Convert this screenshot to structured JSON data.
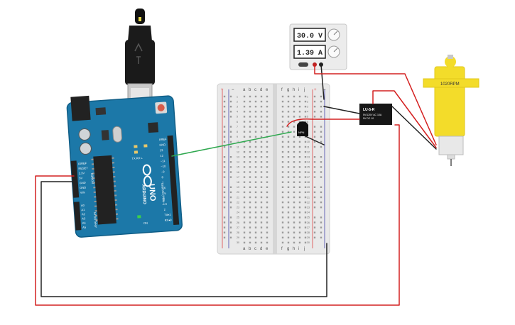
{
  "arduino": {
    "brand": "ARDUINO",
    "model": "UNO",
    "header_top_label": "DIGITAL (PWM~)",
    "power_label": "POWER",
    "analog_label": "ANALOG IN",
    "on_label": "ON",
    "led_labels": [
      "TX",
      "RX",
      "L"
    ],
    "left_pins": [
      "IOREF",
      "RESET",
      "3.3V",
      "5V",
      "GND",
      "GND",
      "VIN"
    ],
    "analog_pins": [
      "A0",
      "A1",
      "A2",
      "A3",
      "A4",
      "A5"
    ],
    "right_pins": [
      "AREF",
      "GND",
      "13",
      "12",
      "~11",
      "~10",
      "~9",
      "8",
      "7",
      "~6",
      "~5",
      "4",
      "~3",
      "2",
      "TX▸1",
      "RX◂0"
    ]
  },
  "power_supply": {
    "voltage": "30.0 V",
    "current": "1.39 A"
  },
  "breadboard": {
    "left_cols": [
      "a",
      "b",
      "c",
      "d",
      "e"
    ],
    "right_cols": [
      "f",
      "g",
      "h",
      "i",
      "j"
    ],
    "rail_plus": "+",
    "rail_minus": "−",
    "row_count": 30
  },
  "relay": {
    "title": "LU-5-R",
    "line1": "5V/120V AC 10A",
    "line2": "5V DC 10"
  },
  "motor": {
    "label": "1020RPM"
  },
  "transistor": {
    "label": "NPN"
  },
  "wire_colors": {
    "red": "#d42020",
    "black": "#222222",
    "green": "#2fa84f"
  }
}
